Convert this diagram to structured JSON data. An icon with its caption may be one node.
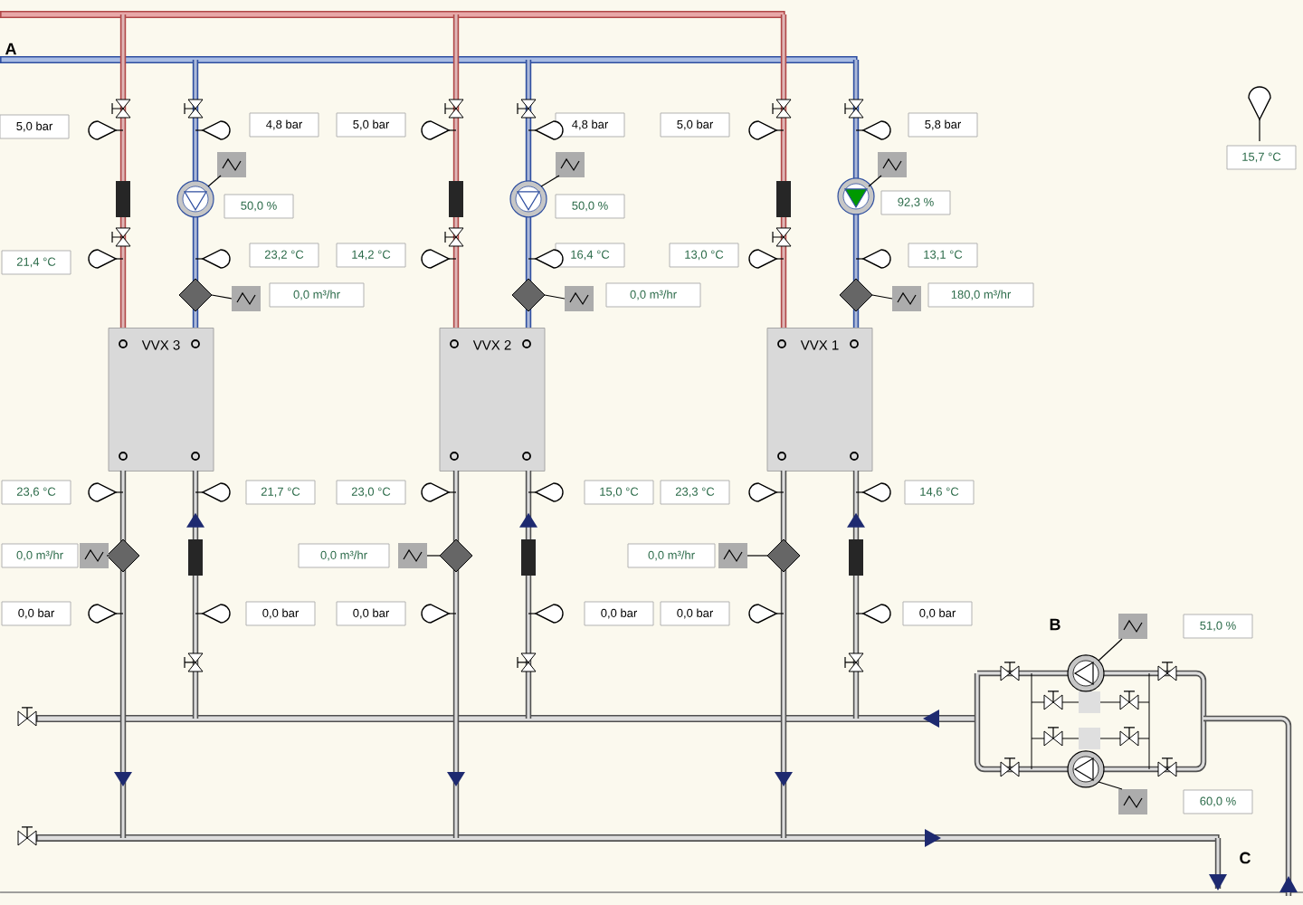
{
  "diagram": {
    "nodes": [
      {
        "text": [
          "5,0 bar"
        ]
      },
      {
        "text": [
          "4,8 bar"
        ]
      },
      {
        "text": [
          "5,0 bar"
        ]
      },
      {
        "text": [
          "4,8 bar"
        ]
      },
      {
        "text": [
          "5,0 bar"
        ]
      },
      {
        "text": [
          "5,8 bar"
        ]
      },
      {
        "text": [
          "15,7 °C"
        ]
      },
      {
        "text": [
          "50,0 %"
        ]
      },
      {
        "text": [
          "50,0 %"
        ]
      },
      {
        "text": [
          "92,3 %"
        ]
      },
      {
        "text": [
          "21,4 °C"
        ]
      },
      {
        "text": [
          "23,2 °C"
        ]
      },
      {
        "text": [
          "14,2 °C"
        ]
      },
      {
        "text": [
          "16,4 °C"
        ]
      },
      {
        "text": [
          "13,0 °C"
        ]
      },
      {
        "text": [
          "13,1 °C"
        ]
      },
      {
        "text": [
          "0,0 m³/hr"
        ]
      },
      {
        "text": [
          "0,0 m³/hr"
        ]
      },
      {
        "text": [
          "180,0 m³/hr"
        ]
      },
      {
        "text": [
          "VVX 3"
        ]
      },
      {
        "text": [
          "VVX 2"
        ]
      },
      {
        "text": [
          "VVX 1"
        ]
      },
      {
        "text": [
          "23,6 °C"
        ]
      },
      {
        "text": [
          "21,7 °C"
        ]
      },
      {
        "text": [
          "23,0 °C"
        ]
      },
      {
        "text": [
          "15,0 °C"
        ]
      },
      {
        "text": [
          "23,3 °C"
        ]
      },
      {
        "text": [
          "14,6 °C"
        ]
      },
      {
        "text": [
          "0,0 m³/hr"
        ]
      },
      {
        "text": [
          "0,0 m³/hr"
        ]
      },
      {
        "text": [
          "0,0 m³/hr"
        ]
      },
      {
        "text": [
          "0,0 bar"
        ]
      },
      {
        "text": [
          "0,0 bar"
        ]
      },
      {
        "text": [
          "0,0 bar"
        ]
      },
      {
        "text": [
          "0,0 bar"
        ]
      },
      {
        "text": [
          "0,0 bar"
        ]
      },
      {
        "text": [
          "0,0 bar"
        ]
      },
      {
        "text": [
          "51,0 %"
        ]
      },
      {
        "text": [
          "60,0 %"
        ]
      },
      {
        "text": [],
        "shape": "bar"
      },
      {
        "text": [],
        "shape": "bar"
      },
      {
        "text": [],
        "shape": "bar"
      },
      {
        "text": [],
        "shape": "bar"
      }
    ],
    "edges": [
      {
        "from": 39,
        "to": 19,
        "arrow": "none",
        "color": "#b04848"
      },
      {
        "from": 39,
        "to": 20,
        "arrow": "none",
        "color": "#b04848"
      },
      {
        "from": 39,
        "to": 21,
        "arrow": "none",
        "color": "#b04848"
      },
      {
        "from": 40,
        "to": 19,
        "arrow": "to",
        "color": "#2f4fa0"
      },
      {
        "from": 40,
        "to": 20,
        "arrow": "to",
        "color": "#2f4fa0"
      },
      {
        "from": 40,
        "to": 21,
        "arrow": "to",
        "color": "#2f4fa0"
      },
      {
        "from": 19,
        "to": 42,
        "arrow": "to"
      },
      {
        "from": 20,
        "to": 42,
        "arrow": "to"
      },
      {
        "from": 21,
        "to": 42,
        "arrow": "to"
      },
      {
        "from": 41,
        "to": 19,
        "arrow": "to"
      },
      {
        "from": 41,
        "to": 20,
        "arrow": "to"
      },
      {
        "from": 41,
        "to": 21,
        "arrow": "to"
      }
    ],
    "labels": [
      "A",
      "B",
      "C"
    ]
  }
}
